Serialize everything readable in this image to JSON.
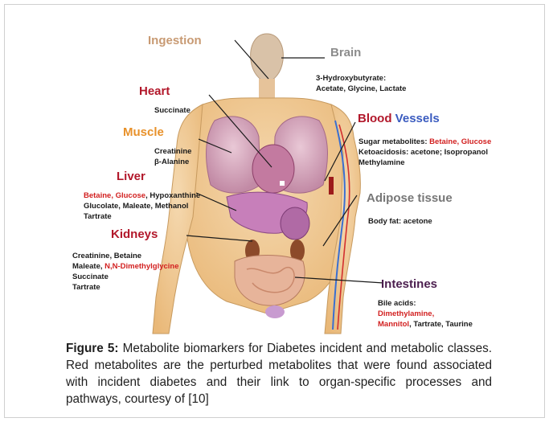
{
  "organs": {
    "ingestion": {
      "title": "Ingestion"
    },
    "brain": {
      "title": "Brain",
      "lines": [
        "3-Hydroxybutyrate:",
        "Acetate, Glycine, Lactate"
      ]
    },
    "heart": {
      "title": "Heart",
      "lines": [
        "Succinate"
      ]
    },
    "muscle": {
      "title": "Muscle",
      "lines": [
        "Creatinine",
        "β-Alanine"
      ]
    },
    "liver": {
      "title": "Liver",
      "line1_red": "Betaine, Glucose",
      "line1_rest": ", Hypoxanthine",
      "line2": "Glucolate, Maleate, Methanol",
      "line3": "Tartrate"
    },
    "kidneys": {
      "title": "Kidneys",
      "line1": "Creatinine, Betaine",
      "line2_black": "Maleate, ",
      "line2_red": "N,N-Dimethylglycine",
      "line3": "Succinate",
      "line4": "Tartrate"
    },
    "blood_vessels": {
      "title_blood": "Blood",
      "title_vessels": "Vessels",
      "line1_black": "Sugar metabolites: ",
      "line1_red": "Betaine, Glucose",
      "line2": "Ketoacidosis: acetone; Isopropanol",
      "line3": "Methylamine"
    },
    "adipose": {
      "title": "Adipose tissue",
      "lines": [
        "Body fat: acetone"
      ]
    },
    "intestines": {
      "title": "Intestines",
      "line1": "Bile acids:",
      "line2_red": "Dimethylamine,",
      "line3_red": "Mannitol",
      "line3_rest": ", Tartrate, Taurine"
    }
  },
  "caption": {
    "label": "Figure 5:",
    "text": " Metabolite biomarkers for Diabetes incident and metabolic classes. Red metabolites are the perturbed metabolites that were found associated with incident diabetes and their link to organ-specific processes and pathways, courtesy of [10]"
  },
  "colors": {
    "red_metabolite": "#d21f1f",
    "organ_title_dark_red": "#b2182b",
    "organ_title_orange": "#e8912a",
    "ingestion_tan": "#c89a73",
    "brain_gray": "#8c8c8c",
    "vessels_blue": "#3a5bbf",
    "adipose_gray": "#777777",
    "intestines_purple": "#4b1e4e",
    "body_skin": "#f2c48a"
  }
}
